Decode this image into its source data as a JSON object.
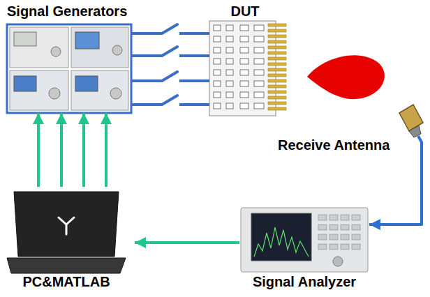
{
  "diagram": {
    "nodes": [
      {
        "text": [
          "Signal Generators"
        ]
      },
      {
        "text": [
          "DUT"
        ]
      },
      {
        "text": [
          "Receive Antenna"
        ]
      },
      {
        "text": [
          "PC&MATLAB"
        ]
      },
      {
        "text": [
          "Signal Analyzer"
        ]
      }
    ],
    "edges": [
      {
        "from": 0,
        "to": 1,
        "arrow": "none"
      },
      {
        "from": 0,
        "to": 1,
        "arrow": "none"
      },
      {
        "from": 0,
        "to": 1,
        "arrow": "none"
      },
      {
        "from": 0,
        "to": 1,
        "arrow": "none"
      },
      {
        "from": 3,
        "to": 0,
        "arrow": "to"
      },
      {
        "from": 3,
        "to": 0,
        "arrow": "to"
      },
      {
        "from": 3,
        "to": 0,
        "arrow": "to"
      },
      {
        "from": 3,
        "to": 0,
        "arrow": "to"
      },
      {
        "from": 2,
        "to": 4,
        "arrow": "to"
      },
      {
        "from": 4,
        "to": 3,
        "arrow": "to"
      }
    ]
  }
}
